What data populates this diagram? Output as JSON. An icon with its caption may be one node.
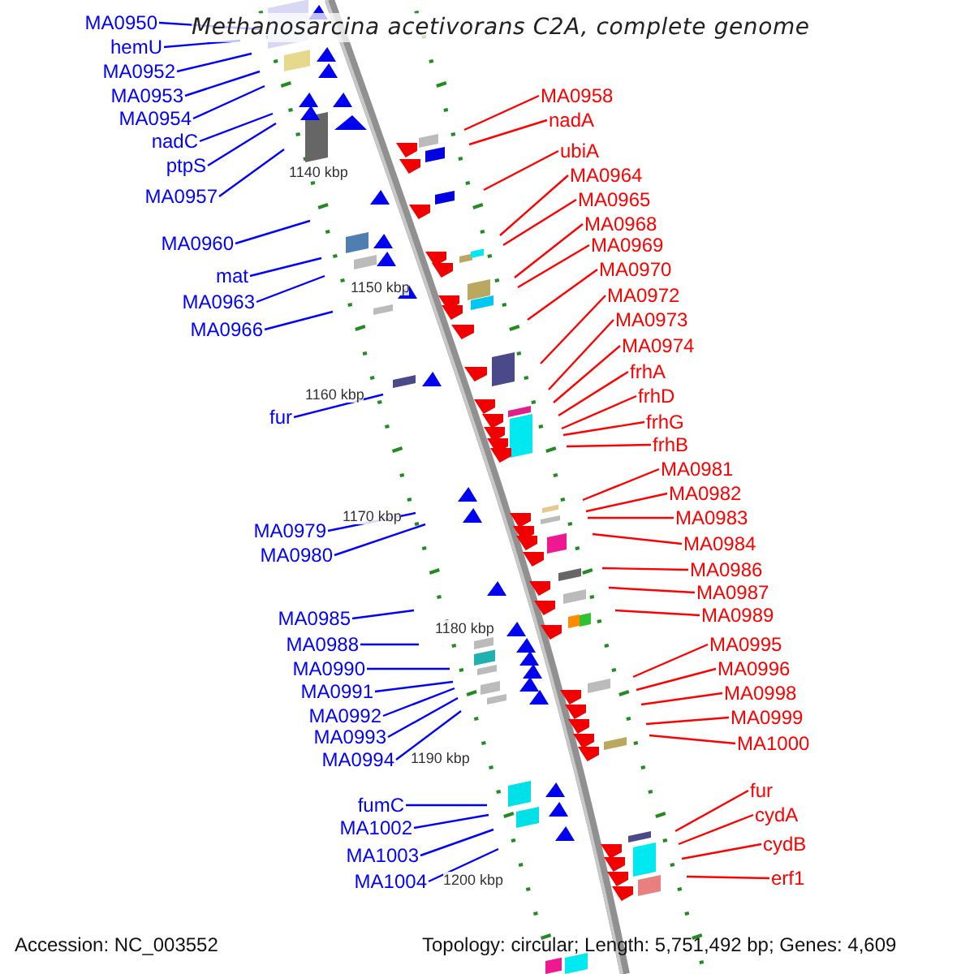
{
  "diagram": {
    "title": "Methanosarcina acetivorans C2A, complete genome",
    "nodes": [
      {
        "text": [
          "MA0950"
        ]
      },
      {
        "text": [
          "hemU"
        ]
      },
      {
        "text": [
          "MA0952"
        ]
      },
      {
        "text": [
          "MA0953"
        ]
      },
      {
        "text": [
          "MA0954"
        ]
      },
      {
        "text": [
          "nadC"
        ]
      },
      {
        "text": [
          "ptpS"
        ]
      },
      {
        "text": [
          "MA0957"
        ]
      },
      {
        "text": [
          "MA0960"
        ]
      },
      {
        "text": [
          "mat"
        ]
      },
      {
        "text": [
          "MA0963"
        ]
      },
      {
        "text": [
          "MA0966"
        ]
      },
      {
        "text": [
          "fur"
        ]
      },
      {
        "text": [
          "MA0979"
        ]
      },
      {
        "text": [
          "MA0980"
        ]
      },
      {
        "text": [
          "MA0985"
        ]
      },
      {
        "text": [
          "MA0988"
        ]
      },
      {
        "text": [
          "MA0990"
        ]
      },
      {
        "text": [
          "MA0991"
        ]
      },
      {
        "text": [
          "MA0992"
        ]
      },
      {
        "text": [
          "MA0993"
        ]
      },
      {
        "text": [
          "MA0994"
        ]
      },
      {
        "text": [
          "fumC"
        ]
      },
      {
        "text": [
          "MA1002"
        ]
      },
      {
        "text": [
          "MA1003"
        ]
      },
      {
        "text": [
          "MA1004"
        ]
      },
      {
        "text": [
          "MA0958"
        ]
      },
      {
        "text": [
          "nadA"
        ]
      },
      {
        "text": [
          "ubiA"
        ]
      },
      {
        "text": [
          "MA0964"
        ]
      },
      {
        "text": [
          "MA0965"
        ]
      },
      {
        "text": [
          "MA0968"
        ]
      },
      {
        "text": [
          "MA0969"
        ]
      },
      {
        "text": [
          "MA0970"
        ]
      },
      {
        "text": [
          "MA0972"
        ]
      },
      {
        "text": [
          "MA0973"
        ]
      },
      {
        "text": [
          "MA0974"
        ]
      },
      {
        "text": [
          "frhA"
        ]
      },
      {
        "text": [
          "frhD"
        ]
      },
      {
        "text": [
          "frhG"
        ]
      },
      {
        "text": [
          "frhB"
        ]
      },
      {
        "text": [
          "MA0981"
        ]
      },
      {
        "text": [
          "MA0982"
        ]
      },
      {
        "text": [
          "MA0983"
        ]
      },
      {
        "text": [
          "MA0984"
        ]
      },
      {
        "text": [
          "MA0986"
        ]
      },
      {
        "text": [
          "MA0987"
        ]
      },
      {
        "text": [
          "MA0989"
        ]
      },
      {
        "text": [
          "MA0995"
        ]
      },
      {
        "text": [
          "MA0996"
        ]
      },
      {
        "text": [
          "MA0998"
        ]
      },
      {
        "text": [
          "MA0999"
        ]
      },
      {
        "text": [
          "MA1000"
        ]
      },
      {
        "text": [
          "fur"
        ]
      },
      {
        "text": [
          "cydA"
        ]
      },
      {
        "text": [
          "cydB"
        ]
      },
      {
        "text": [
          "erf1"
        ]
      }
    ],
    "edges": [
      {
        "from": 0,
        "to": null,
        "arrow": "none",
        "color": "#0000ff"
      },
      {
        "from": 1,
        "to": null,
        "arrow": "none",
        "color": "#0000ff"
      },
      {
        "from": 2,
        "to": null,
        "arrow": "none",
        "color": "#0000ff"
      },
      {
        "from": 3,
        "to": null,
        "arrow": "none",
        "color": "#0000ff"
      },
      {
        "from": 4,
        "to": null,
        "arrow": "none",
        "color": "#0000ff"
      },
      {
        "from": 5,
        "to": null,
        "arrow": "none",
        "color": "#0000ff"
      },
      {
        "from": 6,
        "to": null,
        "arrow": "none",
        "color": "#0000ff"
      },
      {
        "from": 7,
        "to": null,
        "arrow": "none",
        "color": "#0000ff"
      },
      {
        "from": 8,
        "to": null,
        "arrow": "none",
        "color": "#0000ff"
      },
      {
        "from": 9,
        "to": null,
        "arrow": "none",
        "color": "#0000ff"
      },
      {
        "from": 10,
        "to": null,
        "arrow": "none",
        "color": "#0000ff"
      },
      {
        "from": 11,
        "to": null,
        "arrow": "none",
        "color": "#0000ff"
      },
      {
        "from": 12,
        "to": null,
        "arrow": "none",
        "color": "#0000ff"
      },
      {
        "from": 13,
        "to": null,
        "arrow": "none",
        "color": "#0000ff"
      },
      {
        "from": 14,
        "to": null,
        "arrow": "none",
        "color": "#0000ff"
      },
      {
        "from": 15,
        "to": null,
        "arrow": "none",
        "color": "#0000ff"
      },
      {
        "from": 16,
        "to": null,
        "arrow": "none",
        "color": "#0000ff"
      },
      {
        "from": 17,
        "to": null,
        "arrow": "none",
        "color": "#0000ff"
      },
      {
        "from": 18,
        "to": null,
        "arrow": "none",
        "color": "#0000ff"
      },
      {
        "from": 19,
        "to": null,
        "arrow": "none",
        "color": "#0000ff"
      },
      {
        "from": 20,
        "to": null,
        "arrow": "none",
        "color": "#0000ff"
      },
      {
        "from": 21,
        "to": null,
        "arrow": "none",
        "color": "#0000ff"
      },
      {
        "from": 22,
        "to": null,
        "arrow": "none",
        "color": "#0000ff"
      },
      {
        "from": 23,
        "to": null,
        "arrow": "none",
        "color": "#0000ff"
      },
      {
        "from": 24,
        "to": null,
        "arrow": "none",
        "color": "#0000ff"
      },
      {
        "from": 25,
        "to": null,
        "arrow": "none",
        "color": "#0000ff"
      },
      {
        "from": 26,
        "to": null,
        "arrow": "none"
      },
      {
        "from": 27,
        "to": null,
        "arrow": "none"
      },
      {
        "from": 28,
        "to": null,
        "arrow": "none"
      },
      {
        "from": 29,
        "to": null,
        "arrow": "none"
      },
      {
        "from": 30,
        "to": null,
        "arrow": "none"
      },
      {
        "from": 31,
        "to": null,
        "arrow": "none"
      },
      {
        "from": 32,
        "to": null,
        "arrow": "none"
      },
      {
        "from": 33,
        "to": null,
        "arrow": "none"
      },
      {
        "from": 34,
        "to": null,
        "arrow": "none"
      },
      {
        "from": 35,
        "to": null,
        "arrow": "none"
      },
      {
        "from": 36,
        "to": null,
        "arrow": "none"
      },
      {
        "from": 37,
        "to": null,
        "arrow": "none"
      },
      {
        "from": 38,
        "to": null,
        "arrow": "none"
      },
      {
        "from": 39,
        "to": null,
        "arrow": "none"
      },
      {
        "from": 40,
        "to": null,
        "arrow": "none"
      },
      {
        "from": 41,
        "to": null,
        "arrow": "none"
      },
      {
        "from": 42,
        "to": null,
        "arrow": "none"
      },
      {
        "from": 43,
        "to": null,
        "arrow": "none"
      },
      {
        "from": 44,
        "to": null,
        "arrow": "none"
      },
      {
        "from": 45,
        "to": null,
        "arrow": "none"
      },
      {
        "from": 46,
        "to": null,
        "arrow": "none"
      },
      {
        "from": 47,
        "to": null,
        "arrow": "none"
      },
      {
        "from": 48,
        "to": null,
        "arrow": "none"
      },
      {
        "from": 49,
        "to": null,
        "arrow": "none"
      },
      {
        "from": 50,
        "to": null,
        "arrow": "none"
      },
      {
        "from": 51,
        "to": null,
        "arrow": "none"
      },
      {
        "from": 52,
        "to": null,
        "arrow": "none"
      },
      {
        "from": 53,
        "to": null,
        "arrow": "none"
      },
      {
        "from": 54,
        "to": null,
        "arrow": "none"
      },
      {
        "from": 55,
        "to": null,
        "arrow": "none"
      },
      {
        "from": 56,
        "to": null,
        "arrow": "none"
      }
    ],
    "labels": [
      "1140 kbp",
      "1150 kbp",
      "1160 kbp",
      "1170 kbp",
      "1180 kbp",
      "1190 kbp",
      "1200 kbp",
      "Accession: NC_003552",
      "Topology: circular; Length: 5,751,492 bp; Genes: 4,609"
    ]
  }
}
